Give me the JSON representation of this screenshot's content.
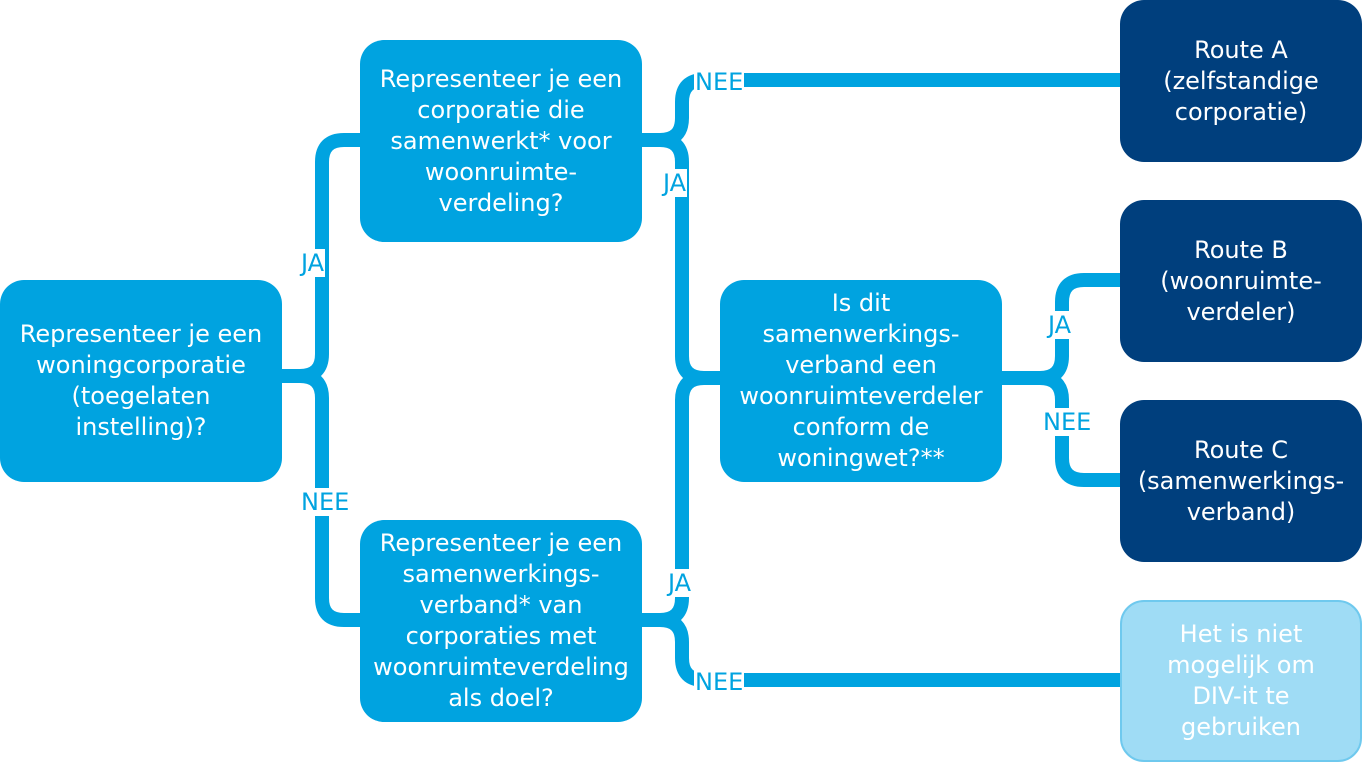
{
  "colors": {
    "question": "#00a3e0",
    "route": "#003f7d",
    "not_possible": "#9fdcf5",
    "connector": "#00a3e0",
    "label": "#00a3e0"
  },
  "nodes": {
    "q_woningcorporatie": "Representeer je een\nwoningcorporatie\n(toegelaten\ninstelling)?",
    "q_samenwerkt": "Representeer je een\ncorporatie die\nsamenwerkt* voor\nwoonruimte-\nverdeling?",
    "q_samenwerkingsverband": "Representeer je een\nsamenwerkings-\nverband* van\ncorporaties met\nwoonruimteverdeling\nals doel?",
    "q_woonruimteverdeler": "Is dit\nsamenwerkings-\nverband een\nwoonruimteverdeler\nconform de\nwoningwet?**",
    "route_a": "Route A\n(zelfstandige\ncorporatie)",
    "route_b": "Route B\n(woonruimte-\nverdeler)",
    "route_c": "Route C\n(samenwerkings-\nverband)",
    "not_possible": "Het is niet\nmogelijk om\nDIV-it te\ngebruiken"
  },
  "edge_labels": {
    "start_ja": "JA",
    "start_nee": "NEE",
    "samenwerkt_nee": "NEE",
    "samenwerkt_ja": "JA",
    "verband_ja": "JA",
    "verband_nee": "NEE",
    "verdeler_ja": "JA",
    "verdeler_nee": "NEE"
  }
}
